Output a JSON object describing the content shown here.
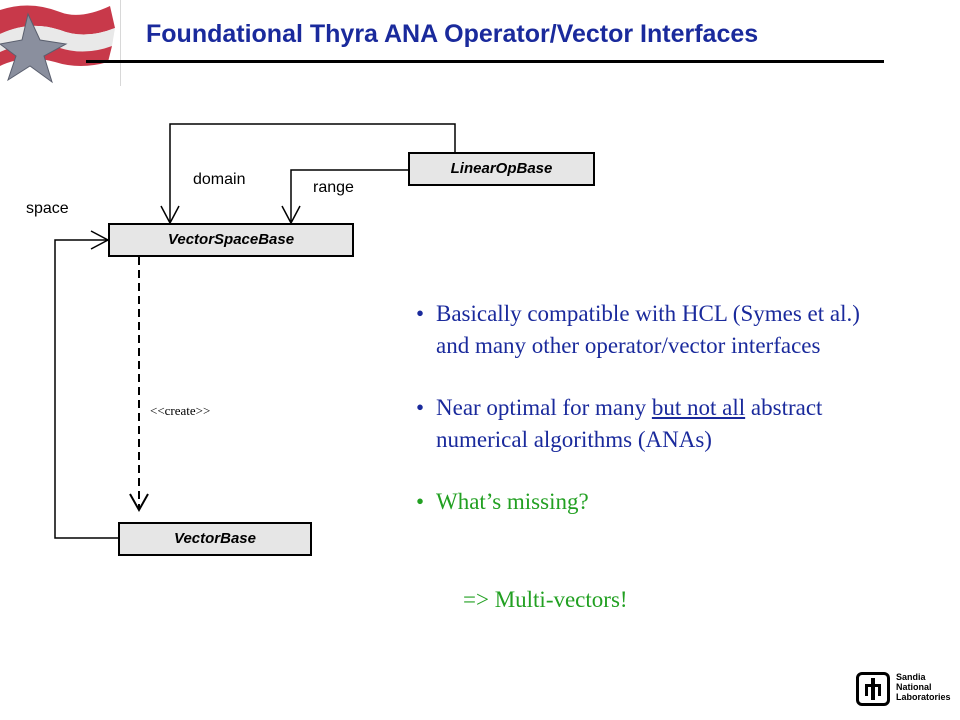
{
  "slide": {
    "title": "Foundational Thyra ANA Operator/Vector Interfaces"
  },
  "diagram": {
    "classes": {
      "linear_op": "LinearOpBase",
      "vector_space": "VectorSpaceBase",
      "vector": "VectorBase"
    },
    "labels": {
      "domain": "domain",
      "range": "range",
      "space": "space",
      "create": "<<create>>"
    }
  },
  "bullets": {
    "b1": "Basically compatible with HCL (Symes et al.) and many other operator/vector interfaces",
    "b2_pre": "Near optimal for many ",
    "b2_underlined": "but not all",
    "b2_post": " abstract numerical algorithms (ANAs)",
    "b3": "What’s missing?",
    "answer": "=> Multi-vectors!",
    "bullet_glyph": "•"
  },
  "logo": {
    "line1": "Sandia",
    "line2": "National",
    "line3": "Laboratories"
  },
  "colors": {
    "title": "#1a2a9c",
    "bullet_text": "#1a2a9c",
    "highlight": "#22a022",
    "box_fill": "#e6e6e6"
  }
}
